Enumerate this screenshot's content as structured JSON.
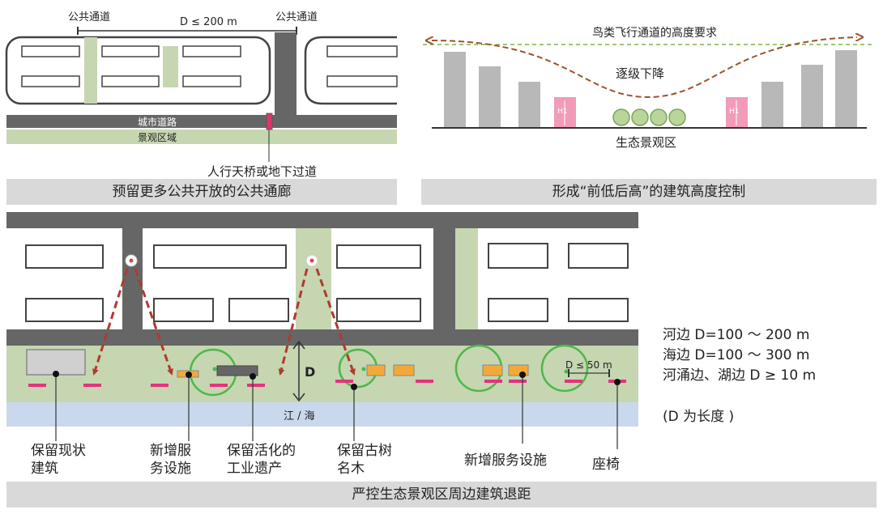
{
  "panel_a": {
    "public_passage_left": "公共通道",
    "distance": "D ≤ 200 m",
    "public_passage_right": "公共通道",
    "city_road": "城市道路",
    "landscape_zone": "景观区域",
    "crossing": "人行天桥或地下过道",
    "caption": "预留更多公共开放的公共通廊"
  },
  "panel_b": {
    "bird_corridor": "鸟类飞行通道的高度要求",
    "stepped_down": "逐级下降",
    "h1_left": "H1",
    "h1_right": "H1",
    "eco_zone": "生态景观区",
    "caption": "形成“前低后高”的建筑高度控制"
  },
  "panel_c": {
    "d_label": "D",
    "water": "江 / 海",
    "d50": "D ≤ 50 m",
    "keep_existing_1": "保留现状",
    "keep_existing_2": "建筑",
    "new_service_1": "新增服",
    "new_service_2": "务设施",
    "industrial_1": "保留活化的",
    "industrial_2": "工业遗产",
    "old_tree_1": "保留古树",
    "old_tree_2": "名木",
    "new_service_full": "新增服务设施",
    "bench": "座椅",
    "rule_river": "河边 D=100 ～ 200 m",
    "rule_sea": "海边 D=100 ～ 300 m",
    "rule_creek": "河涌边、湖边 D ≥ 10 m",
    "rule_note": "(D 为长度 )",
    "caption": "严控生态景观区周边建筑退距"
  },
  "colors": {
    "road": "#666666",
    "green": "#c5d6b1",
    "water": "#c9d8ec",
    "bar": "#d9d9d9",
    "accent_red": "#c0392b",
    "pink": "#e3337c",
    "orange": "#f3a93a",
    "tree_green": "#4cb848"
  }
}
